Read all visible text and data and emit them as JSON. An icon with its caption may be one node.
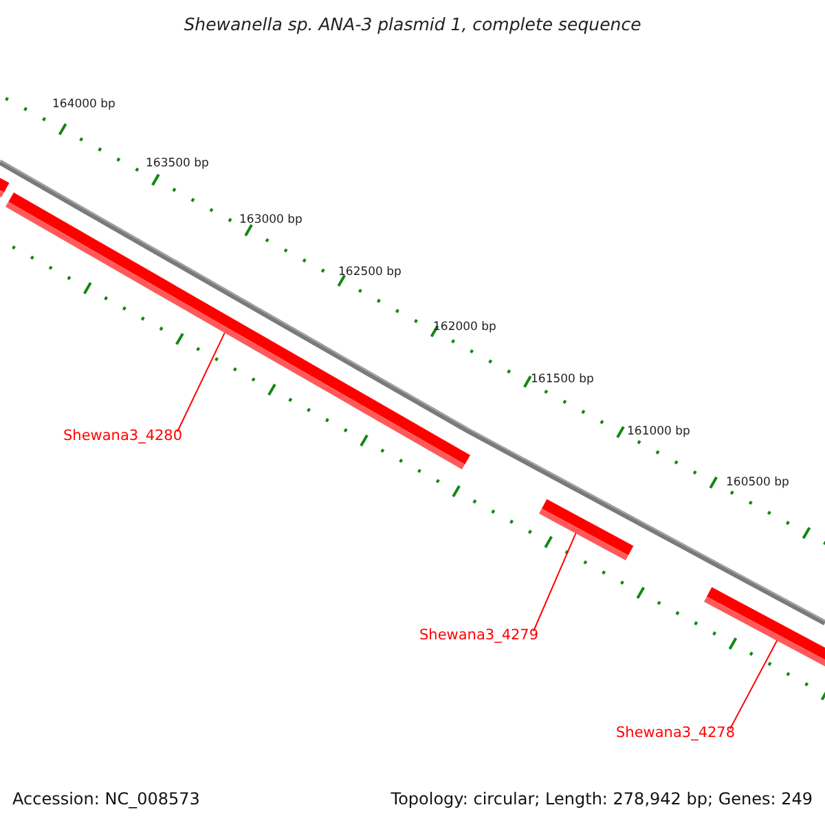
{
  "diagram": {
    "title": "Shewanella sp. ANA-3 plasmid 1, complete sequence",
    "nodes": [
      {
        "text": [],
        "shape": "bar"
      },
      {
        "text": [],
        "shape": "bar"
      },
      {
        "text": [],
        "shape": "bar"
      },
      {
        "text": [],
        "shape": "bar"
      },
      {
        "text": [
          "Shewana3_4280"
        ]
      },
      {
        "text": [
          "Shewana3_4279"
        ]
      },
      {
        "text": [
          "Shewana3_4278"
        ]
      }
    ],
    "edges": [
      {
        "from": 4,
        "to": 1,
        "arrow": "none"
      },
      {
        "from": 5,
        "to": 2,
        "arrow": "none"
      },
      {
        "from": 6,
        "to": 3,
        "arrow": "none"
      }
    ],
    "labels": [
      "164000 bp",
      "163500 bp",
      "163000 bp",
      "162500 bp",
      "162000 bp",
      "161500 bp",
      "161000 bp",
      "160500 bp",
      "Accession: NC_008573",
      "Topology: circular; Length: 278,942 bp; Genes: 249"
    ]
  }
}
